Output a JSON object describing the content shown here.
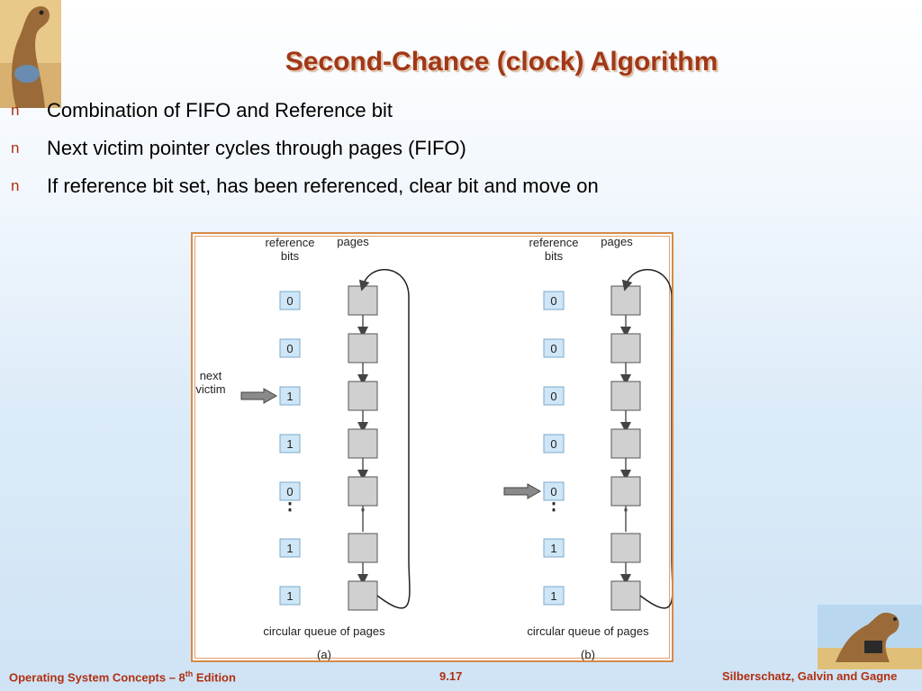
{
  "slide": {
    "title": "Second-Chance (clock) Algorithm",
    "bullet_marker": "n",
    "bullets": [
      "Combination of FIFO and Reference bit",
      "Next victim pointer cycles through pages (FIFO)",
      "If reference bit set, has been referenced, clear bit and move on"
    ]
  },
  "figure": {
    "left_panel": {
      "col1_label_line1": "reference",
      "col1_label_line2": "bits",
      "col2_label": "pages",
      "pointer_label_line1": "next",
      "pointer_label_line2": "victim",
      "bits": [
        "0",
        "0",
        "1",
        "1",
        "0",
        "1",
        "1"
      ],
      "caption": "circular queue of pages",
      "panel_label": "(a)"
    },
    "right_panel": {
      "col1_label_line1": "reference",
      "col1_label_line2": "bits",
      "col2_label": "pages",
      "bits": [
        "0",
        "0",
        "0",
        "0",
        "0",
        "1",
        "1"
      ],
      "caption": "circular queue of pages",
      "panel_label": "(b)"
    },
    "ellipsis": "⋮",
    "colors": {
      "bit_box": "#cfe6f7",
      "page_box": "#d0d0d0",
      "frame": "#d58a48"
    }
  },
  "footer": {
    "left_prefix": "Operating System Concepts – 8",
    "left_sup": "th",
    "left_suffix": " Edition",
    "center": "9.17",
    "right": "Silberschatz, Galvin and Gagne"
  }
}
